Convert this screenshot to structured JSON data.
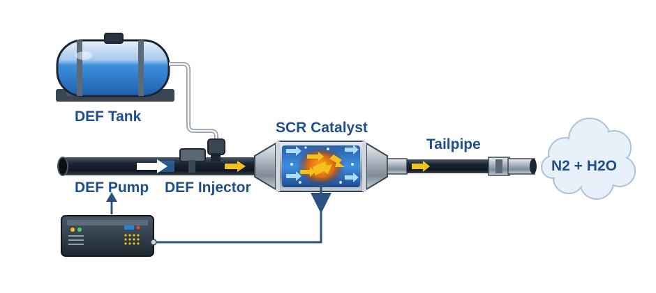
{
  "labels": {
    "def_tank": "DEF Tank",
    "scr_catalyst": "SCR Catalyst",
    "tailpipe": "Tailpipe",
    "output": "N2 + H2O",
    "def_pump": "DEF Pump",
    "def_injector": "DEF Injector"
  },
  "colors": {
    "label_text": "#1f4e8f",
    "pipe_dark": "#1b2530",
    "liquid_blue": "#2f7fd0",
    "flow_arrow": "#f2c21b",
    "signal_line": "#2c5080",
    "cloud_fill": "#e8f1fa"
  },
  "icons": {
    "tank": "def-tank-icon",
    "pump_controller": "control-unit-icon",
    "catalyst": "catalyst-icon",
    "cloud": "exhaust-cloud-icon"
  }
}
